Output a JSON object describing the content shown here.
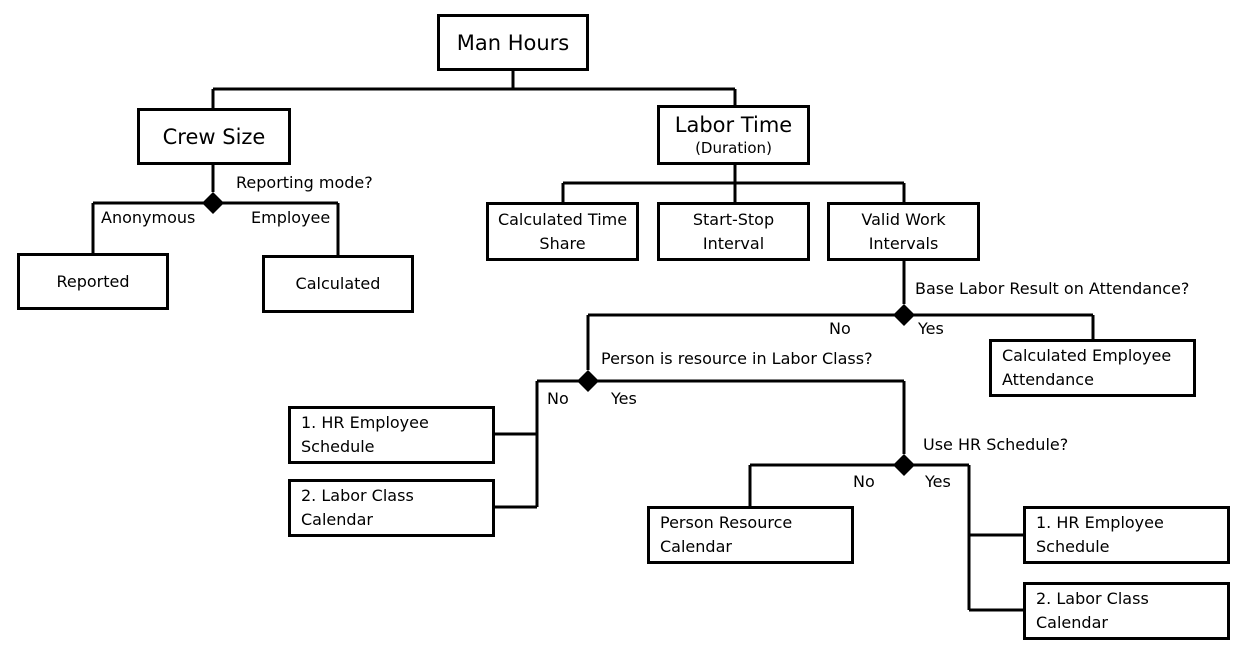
{
  "nodes": {
    "man_hours": "Man Hours",
    "crew_size": "Crew Size",
    "labor_time": "Labor Time",
    "labor_time_sub": "(Duration)",
    "reported": "Reported",
    "calculated": "Calculated",
    "calc_time_share": [
      "Calculated Time",
      "Share"
    ],
    "start_stop": [
      "Start-Stop",
      "Interval"
    ],
    "valid_work": [
      "Valid Work",
      "Intervals"
    ],
    "calc_emp_attendance": [
      "Calculated Employee",
      "Attendance"
    ],
    "hr_schedule_1": [
      "1. HR Employee",
      "Schedule"
    ],
    "labor_class_cal_1": [
      "2. Labor Class",
      "Calendar"
    ],
    "person_resource_cal": [
      "Person Resource",
      "Calendar"
    ],
    "hr_schedule_2": [
      "1. HR Employee",
      "Schedule"
    ],
    "labor_class_cal_2": [
      "2. Labor Class",
      "Calendar"
    ]
  },
  "questions": {
    "reporting_mode": "Reporting mode?",
    "base_labor": "Base Labor Result on Attendance?",
    "person_resource": "Person is resource in Labor Class?",
    "use_hr": "Use HR Schedule?"
  },
  "branch_labels": {
    "anonymous": "Anonymous",
    "employee": "Employee",
    "no": "No",
    "yes": "Yes"
  }
}
